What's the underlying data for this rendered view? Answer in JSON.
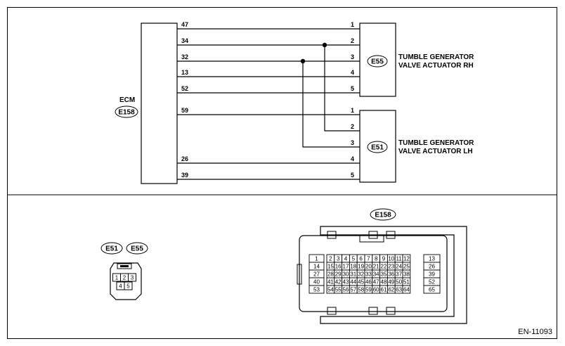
{
  "ecm": {
    "label": "ECM",
    "connector": "E158"
  },
  "rh": {
    "label_line1": "TUMBLE GENERATOR",
    "label_line2": "VALVE ACTUATOR RH",
    "connector": "E55"
  },
  "lh": {
    "label_line1": "TUMBLE GENERATOR",
    "label_line2": "VALVE ACTUATOR LH",
    "connector": "E51"
  },
  "wires": {
    "rh_ecm_pins": [
      "47",
      "34",
      "32",
      "13",
      "52"
    ],
    "rh_pins": [
      "1",
      "2",
      "3",
      "4",
      "5"
    ],
    "lh_ecm_pins": [
      "59",
      "26",
      "39"
    ],
    "lh_pins": [
      "1",
      "2",
      "3",
      "4",
      "5"
    ]
  },
  "small_connector": {
    "tags": [
      "E51",
      "E55"
    ],
    "row1": [
      "1",
      "2",
      "3"
    ],
    "row2": [
      "4",
      "5"
    ]
  },
  "e158_connector": {
    "tag": "E158",
    "left_col": [
      "1",
      "14",
      "27",
      "40",
      "53"
    ],
    "grid": [
      [
        "2",
        "3",
        "4",
        "5",
        "6",
        "7",
        "8",
        "9",
        "10",
        "11",
        "12"
      ],
      [
        "15",
        "16",
        "17",
        "18",
        "19",
        "20",
        "21",
        "22",
        "23",
        "24",
        "25"
      ],
      [
        "28",
        "29",
        "30",
        "31",
        "32",
        "33",
        "34",
        "35",
        "36",
        "37",
        "38"
      ],
      [
        "41",
        "42",
        "43",
        "44",
        "45",
        "46",
        "47",
        "48",
        "49",
        "50",
        "51"
      ],
      [
        "54",
        "55",
        "56",
        "57",
        "58",
        "59",
        "60",
        "61",
        "62",
        "63",
        "64"
      ]
    ],
    "right_col": [
      "13",
      "26",
      "39",
      "52",
      "65"
    ]
  },
  "figure_id": "EN-11093"
}
